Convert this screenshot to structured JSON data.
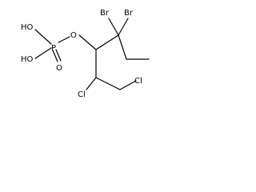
{
  "structure": {
    "atoms": {
      "oh_top": "HO",
      "oh_bottom": "HO",
      "p": "P",
      "o_double": "O",
      "o_ester": "O",
      "br_left": "Br",
      "br_right": "Br",
      "cl_left": "Cl",
      "cl_right": "Cl"
    }
  }
}
